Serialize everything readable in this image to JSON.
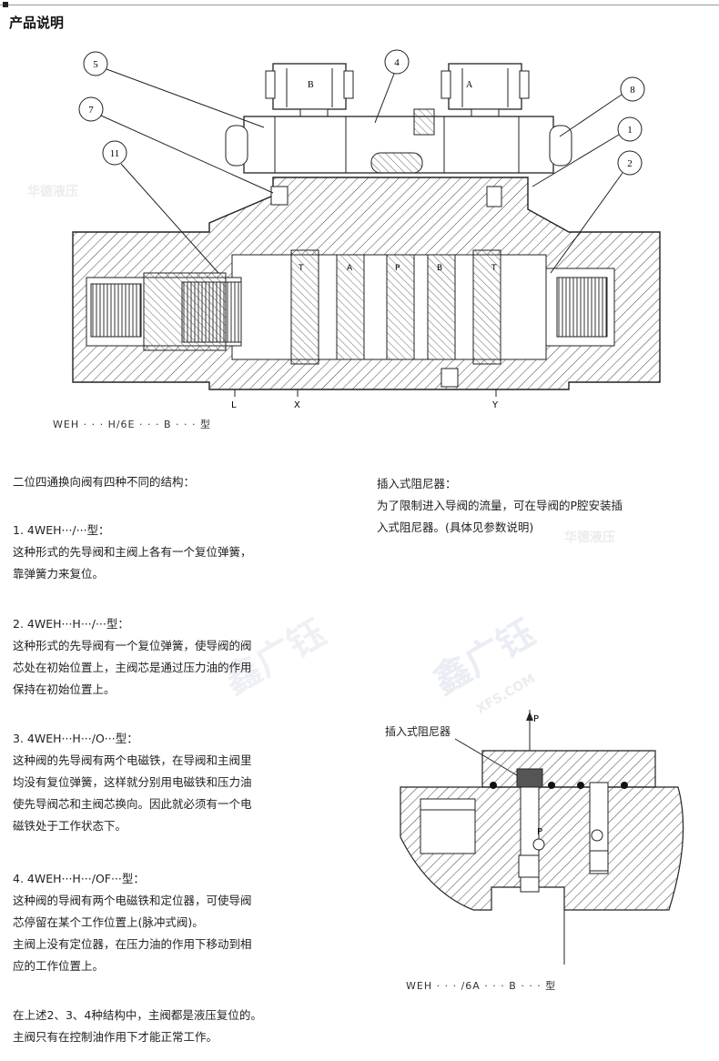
{
  "header": {
    "title": "产品说明"
  },
  "figure_main": {
    "caption": "WEH · · · H/6E · · · B · · · 型",
    "callouts": [
      "5",
      "4",
      "8",
      "7",
      "1",
      "11",
      "2"
    ],
    "port_labels": {
      "L": "L",
      "X": "X",
      "Y": "Y"
    },
    "inner_labels": {
      "T1": "T",
      "A": "A",
      "P": "P",
      "B": "B",
      "T2": "T"
    },
    "solenoid_labels": {
      "b": "B",
      "a": "A"
    }
  },
  "left_column": {
    "intro": "二位四通换向阀有四种不同的结构：",
    "types": [
      {
        "heading": "1. 4WEH···/···型：",
        "lines": [
          "这种形式的先导阀和主阀上各有一个复位弹簧，",
          "靠弹簧力来复位。"
        ]
      },
      {
        "heading": "2.  4WEH···H···/···型：",
        "lines": [
          "这种形式的先导阀有一个复位弹簧，使导阀的阀",
          "芯处在初始位置上，主阀芯是通过压力油的作用",
          "保持在初始位置上。"
        ]
      },
      {
        "heading": "3. 4WEH···H···/O···型：",
        "lines": [
          "这种阀的先导阀有两个电磁铁，在导阀和主阀里",
          "均没有复位弹簧，这样就分别用电磁铁和压力油",
          "使先导阀芯和主阀芯换向。因此就必须有一个电",
          "磁铁处于工作状态下。"
        ]
      },
      {
        "heading": "4. 4WEH···H···/OF···型：",
        "lines": [
          "这种阀的导阀有两个电磁铁和定位器，可使导阀",
          "芯停留在某个工作位置上(脉冲式阀)。",
          "主阀上没有定位器，在压力油的作用下移动到相",
          "应的工作位置上。"
        ]
      }
    ],
    "summary": [
      "在上述2、3、4种结构中，主阀都是液压复位的。",
      "主阀只有在控制油作用下才能正常工作。"
    ]
  },
  "right_column": {
    "heading": "插入式阻尼器：",
    "lines": [
      "为了限制进入导阀的流量，可在导阀的P腔安装插",
      "入式阻尼器。(具体见参数说明)"
    ]
  },
  "figure_damper": {
    "callout": "插入式阻尼器",
    "label_p_top": "P",
    "label_p_inner": "P",
    "caption": "WEH · · · /6A · · · B · · · 型"
  },
  "watermarks": [
    "华德液压",
    "鑫广钰",
    "XFS.COM"
  ]
}
